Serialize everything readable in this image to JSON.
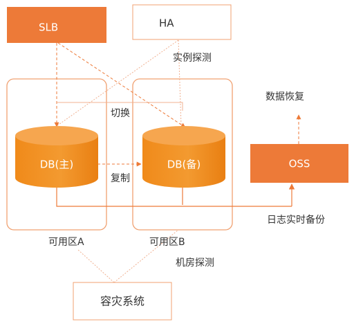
{
  "colors": {
    "accent": "#ED7A38",
    "accent_light": "#F2A26A",
    "cylinder_top": "#F6A64F",
    "cylinder_body": "#F08A1A",
    "white": "#FFFFFF",
    "text": "#333333",
    "box_border": "#F0A070",
    "dotted": "#F0B090"
  },
  "boxes": {
    "slb": "SLB",
    "ha": "HA",
    "oss": "OSS",
    "disaster": "容灾系统"
  },
  "databases": {
    "primary": "DB(主)",
    "backup": "DB(备)"
  },
  "zones": {
    "a": "可用区A",
    "b": "可用区B"
  },
  "labels": {
    "instance_probe": "实例探测",
    "switch": "切换",
    "replicate": "复制",
    "data_restore": "数据恢复",
    "log_backup": "日志实时备份",
    "room_probe": "机房探测"
  }
}
